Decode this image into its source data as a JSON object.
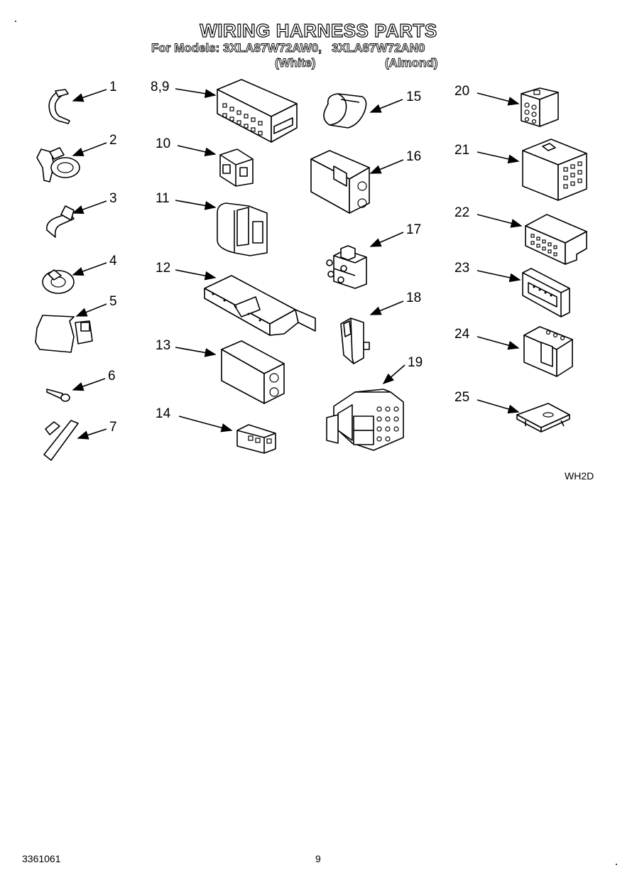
{
  "title": "WIRING HARNESS PARTS",
  "models_line": "For Models: 3XLA87W72AW0,   3XLA87W72AN0",
  "model_white": "(White)",
  "model_almond": "(Almond)",
  "part_labels": [
    "1",
    "2",
    "3",
    "4",
    "5",
    "6",
    "7",
    "8,9",
    "10",
    "11",
    "12",
    "13",
    "14",
    "15",
    "16",
    "17",
    "18",
    "19",
    "20",
    "21",
    "22",
    "23",
    "24",
    "25"
  ],
  "diagram_code": "WH2D",
  "doc_number": "3361061",
  "page_number": "9"
}
